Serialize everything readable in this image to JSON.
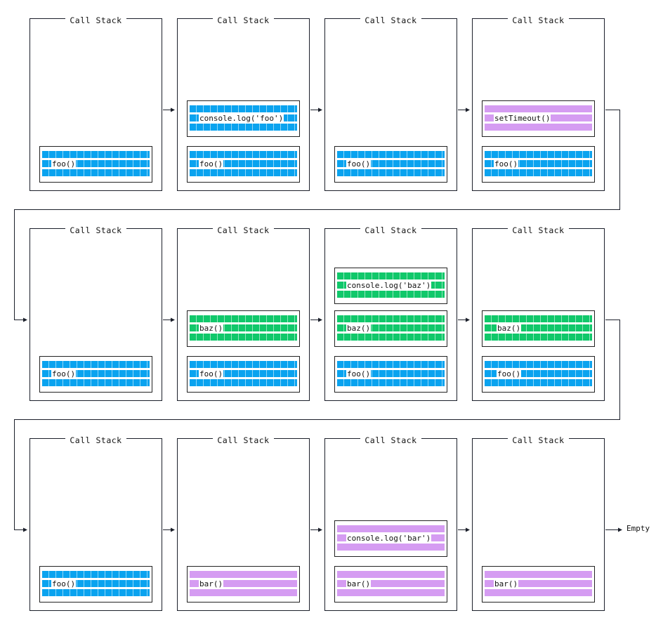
{
  "panel_title": "Call Stack",
  "end_label": "Empty",
  "colors": {
    "blue": "#0aa3ef",
    "green": "#10c86a",
    "purple": "#d59cf2"
  },
  "rows": [
    [
      {
        "frames": [
          {
            "label": "foo()",
            "color": "blue"
          }
        ]
      },
      {
        "frames": [
          {
            "label": "foo()",
            "color": "blue"
          },
          {
            "label": "console.log('foo')",
            "color": "blue"
          }
        ]
      },
      {
        "frames": [
          {
            "label": "foo()",
            "color": "blue"
          }
        ]
      },
      {
        "frames": [
          {
            "label": "foo()",
            "color": "blue"
          },
          {
            "label": "setTimeout()",
            "color": "purple"
          }
        ]
      }
    ],
    [
      {
        "frames": [
          {
            "label": "foo()",
            "color": "blue"
          }
        ]
      },
      {
        "frames": [
          {
            "label": "foo()",
            "color": "blue"
          },
          {
            "label": "baz()",
            "color": "green"
          }
        ]
      },
      {
        "frames": [
          {
            "label": "foo()",
            "color": "blue"
          },
          {
            "label": "baz()",
            "color": "green"
          },
          {
            "label": "console.log('baz')",
            "color": "green"
          }
        ]
      },
      {
        "frames": [
          {
            "label": "foo()",
            "color": "blue"
          },
          {
            "label": "baz()",
            "color": "green"
          }
        ]
      }
    ],
    [
      {
        "frames": [
          {
            "label": "foo()",
            "color": "blue"
          }
        ]
      },
      {
        "frames": [
          {
            "label": "bar()",
            "color": "purple"
          }
        ]
      },
      {
        "frames": [
          {
            "label": "bar()",
            "color": "purple"
          },
          {
            "label": "console.log('bar')",
            "color": "purple"
          }
        ]
      },
      {
        "frames": [
          {
            "label": "bar()",
            "color": "purple"
          }
        ]
      }
    ]
  ]
}
